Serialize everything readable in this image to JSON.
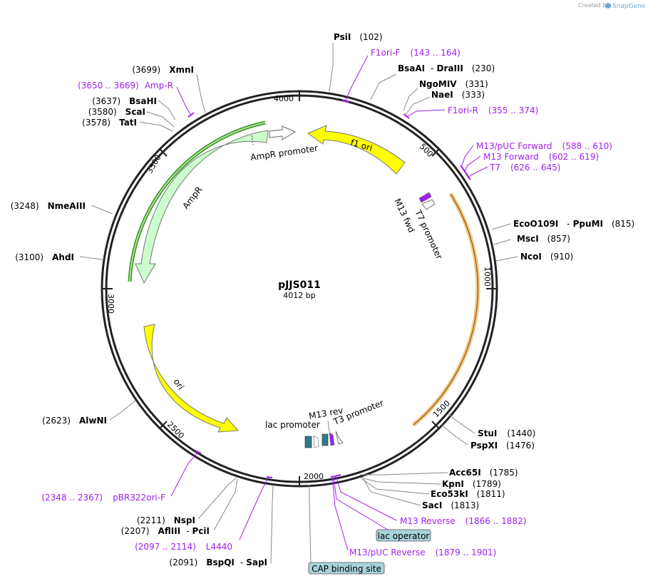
{
  "plasmid": {
    "name": "pJJS011",
    "size_label": "4012 bp"
  },
  "credit": {
    "prefix": "Created by",
    "brand": "SnapGene"
  },
  "ticks": [
    "500",
    "1000",
    "1500",
    "2000",
    "2500",
    "3000",
    "3500",
    "4000"
  ],
  "features": [
    {
      "name": "f1 ori"
    },
    {
      "name": "AmpR promoter"
    },
    {
      "name": "AmpR"
    },
    {
      "name": "ori"
    },
    {
      "name": "lac promoter"
    },
    {
      "name": "M13 rev"
    },
    {
      "name": "T3 promoter"
    },
    {
      "name": "T7 promoter"
    },
    {
      "name": "M13 fwd"
    }
  ],
  "sites_right": [
    {
      "name": "PsiI",
      "pos": "(102)"
    },
    {
      "name": "BsaAI",
      "sep": "-",
      "name2": "DraIII",
      "pos": "(230)"
    },
    {
      "name": "NgoMIV",
      "pos": "(331)"
    },
    {
      "name": "NaeI",
      "pos": "(333)"
    },
    {
      "name": "EcoO109I",
      "sep": "-",
      "name2": "PpuMI",
      "pos": "(815)"
    },
    {
      "name": "MscI",
      "pos": "(857)"
    },
    {
      "name": "NcoI",
      "pos": "(910)"
    },
    {
      "name": "StuI",
      "pos": "(1440)"
    },
    {
      "name": "PspXI",
      "pos": "(1476)"
    },
    {
      "name": "Acc65I",
      "pos": "(1785)"
    },
    {
      "name": "KpnI",
      "pos": "(1789)"
    },
    {
      "name": "Eco53kI",
      "pos": "(1811)"
    },
    {
      "name": "SacI",
      "pos": "(1813)"
    }
  ],
  "sites_left": [
    {
      "name": "XmnI",
      "pos": "(3699)"
    },
    {
      "name": "BsaHI",
      "pos": "(3637)"
    },
    {
      "name": "ScaI",
      "pos": "(3580)"
    },
    {
      "name": "TatI",
      "pos": "(3578)"
    },
    {
      "name": "NmeAIII",
      "pos": "(3248)"
    },
    {
      "name": "AhdI",
      "pos": "(3100)"
    },
    {
      "name": "AlwNI",
      "pos": "(2623)"
    },
    {
      "name": "NspI",
      "pos": "(2211)"
    },
    {
      "name": "AflIII",
      "sep": "-",
      "name2": "PciI",
      "pos": "(2207)"
    },
    {
      "name": "BspQI",
      "sep": "-",
      "name2": "SapI",
      "pos": "(2091)"
    }
  ],
  "primers": [
    {
      "name": "F1ori-F",
      "range": "(143 .. 164)"
    },
    {
      "name": "F1ori-R",
      "range": "(355 .. 374)"
    },
    {
      "name": "M13/pUC Forward",
      "range": "(588 .. 610)"
    },
    {
      "name": "M13 Forward",
      "range": "(602 .. 619)"
    },
    {
      "name": "T7",
      "range": "(626 .. 645)"
    },
    {
      "name": "Amp-R",
      "range": "(3650 .. 3669)"
    },
    {
      "name": "pBR322ori-F",
      "range": "(2348 .. 2367)"
    },
    {
      "name": "L4440",
      "range": "(2097 .. 2114)"
    },
    {
      "name": "M13 Reverse",
      "range": "(1866 .. 1882)"
    },
    {
      "name": "M13/pUC Reverse",
      "range": "(1879 .. 1901)"
    }
  ],
  "boxes": [
    {
      "name": "lac operator"
    },
    {
      "name": "CAP binding site"
    }
  ],
  "colors": {
    "backbone": "#222222",
    "yellow": "#ffff00",
    "ampr": "#ccffcc",
    "primer": "#a020f0",
    "box_fill": "#a7d3d9",
    "orange_highlight": "#f5c98a",
    "green_highlight": "#3c9a2a"
  }
}
